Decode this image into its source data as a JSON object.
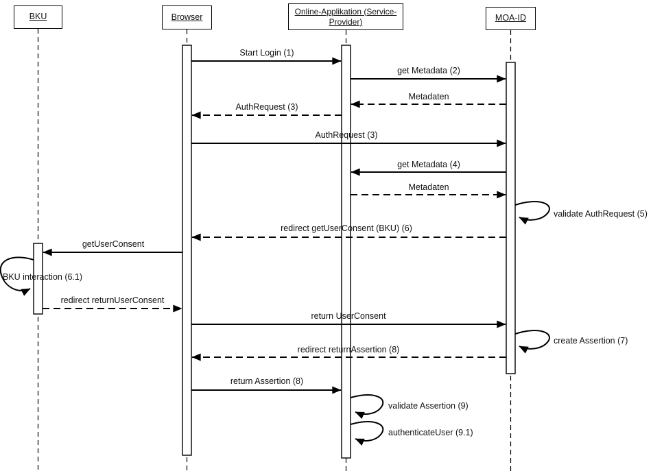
{
  "diagram": {
    "type": "uml-sequence-diagram",
    "colors": {
      "line": "#000000",
      "background": "#ffffff",
      "text": "#111111"
    },
    "actors": [
      {
        "id": "bku",
        "label": "BKU"
      },
      {
        "id": "browser",
        "label": "Browser"
      },
      {
        "id": "service_provider",
        "label": "Online-Applikation (Service-\nProvider)"
      },
      {
        "id": "moa_id",
        "label": "MOA-ID"
      }
    ],
    "messages": [
      {
        "label": "Start Login (1)",
        "from": "browser",
        "to": "service_provider",
        "style": "solid"
      },
      {
        "label": "get Metadata (2)",
        "from": "service_provider",
        "to": "moa_id",
        "style": "solid"
      },
      {
        "label": "Metadaten",
        "from": "moa_id",
        "to": "service_provider",
        "style": "dashed"
      },
      {
        "label": "AuthRequest (3)",
        "from": "service_provider",
        "to": "browser",
        "style": "dashed"
      },
      {
        "label": "AuthRequest (3)",
        "from": "browser",
        "to": "moa_id",
        "style": "solid"
      },
      {
        "label": "get Metadata (4)",
        "from": "moa_id",
        "to": "service_provider",
        "style": "solid"
      },
      {
        "label": "Metadaten",
        "from": "service_provider",
        "to": "moa_id",
        "style": "dashed"
      },
      {
        "label": "validate AuthRequest (5)",
        "from": "moa_id",
        "to": "moa_id",
        "style": "self-loop"
      },
      {
        "label": "redirect getUserConsent (BKU) (6)",
        "from": "moa_id",
        "to": "browser",
        "style": "dashed"
      },
      {
        "label": "getUserConsent",
        "from": "browser",
        "to": "bku",
        "style": "solid"
      },
      {
        "label": "BKU interaction (6.1)",
        "from": "bku",
        "to": "bku",
        "style": "self-loop"
      },
      {
        "label": "redirect returnUserConsent",
        "from": "bku",
        "to": "browser",
        "style": "dashed"
      },
      {
        "label": "return UserConsent",
        "from": "browser",
        "to": "moa_id",
        "style": "solid"
      },
      {
        "label": "create Assertion (7)",
        "from": "moa_id",
        "to": "moa_id",
        "style": "self-loop"
      },
      {
        "label": "redirect returnAssertion (8)",
        "from": "moa_id",
        "to": "browser",
        "style": "dashed"
      },
      {
        "label": "return Assertion (8)",
        "from": "browser",
        "to": "service_provider",
        "style": "solid"
      },
      {
        "label": "validate Assertion (9)",
        "from": "service_provider",
        "to": "service_provider",
        "style": "self-loop"
      },
      {
        "label": "authenticateUser (9.1)",
        "from": "service_provider",
        "to": "service_provider",
        "style": "self-loop"
      }
    ]
  }
}
